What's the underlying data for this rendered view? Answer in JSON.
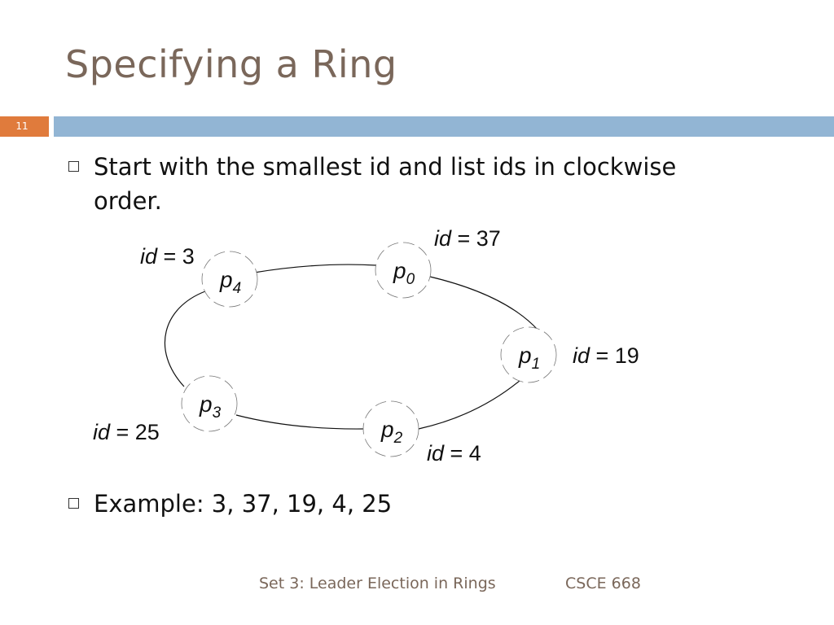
{
  "slide": {
    "title": "Specifying a Ring",
    "number": "11"
  },
  "bullets": [
    "Start with the smallest id and list ids in clockwise order.",
    "Example:  3, 37, 19, 4, 25"
  ],
  "diagram": {
    "id_prefix": "id",
    "equals": " = ",
    "nodes": [
      {
        "name": "p",
        "sub": "0",
        "id": "37"
      },
      {
        "name": "p",
        "sub": "1",
        "id": "19"
      },
      {
        "name": "p",
        "sub": "2",
        "id": "4"
      },
      {
        "name": "p",
        "sub": "3",
        "id": "25"
      },
      {
        "name": "p",
        "sub": "4",
        "id": "3"
      }
    ]
  },
  "footer": {
    "left": "Set 3:  Leader Election in Rings",
    "right": "CSCE 668"
  }
}
